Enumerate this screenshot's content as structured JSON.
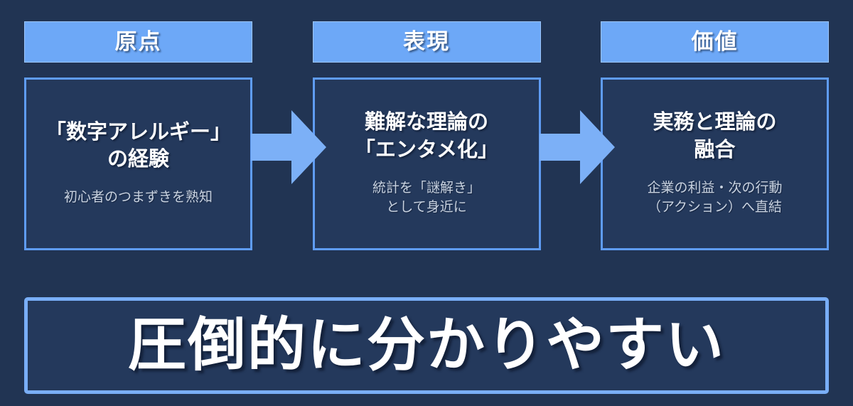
{
  "slide": {
    "background_color": "#213453",
    "accent_color": "#6da8f7",
    "card_border_color": "#5f9cf4",
    "card_fill_color": "#24395c",
    "text_color": "#ffffff",
    "subtitle_color": "#c8d2e0"
  },
  "stages": [
    {
      "header": "原点",
      "title": "「数字アレルギー」\nの経験",
      "subtitle": "初心者のつまずきを熟知"
    },
    {
      "header": "表現",
      "title": "難解な理論の\n「エンタメ化」",
      "subtitle": "統計を「謎解き」\nとして身近に"
    },
    {
      "header": "価値",
      "title": "実務と理論の\n融合",
      "subtitle": "企業の利益・次の行動\n（アクション）へ直結"
    }
  ],
  "arrows": [
    {
      "name": "arrow-stage1-to-stage2",
      "direction": "right"
    },
    {
      "name": "arrow-stage2-to-stage3",
      "direction": "right"
    }
  ],
  "banner": {
    "label": "圧倒的に分かりやすい"
  }
}
